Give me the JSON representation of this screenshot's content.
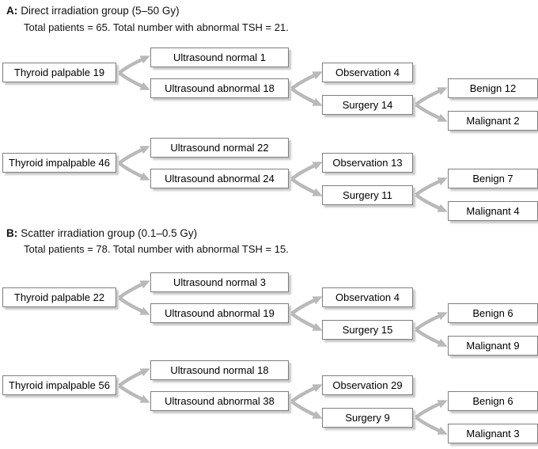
{
  "groups": [
    {
      "label": "A:",
      "title": "Direct irradiation group (5–50 Gy)",
      "subtitle": "Total patients = 65. Total number with abnormal TSH = 21.",
      "rows": [
        {
          "root": "Thyroid palpable 19",
          "us_normal": "Ultrasound normal 1",
          "us_abnormal": "Ultrasound abnormal 18",
          "observation": "Observation 4",
          "surgery": "Surgery 14",
          "benign": "Benign 12",
          "malignant": "Malignant 2"
        },
        {
          "root": "Thyroid impalpable 46",
          "us_normal": "Ultrasound normal 22",
          "us_abnormal": "Ultrasound abnormal 24",
          "observation": "Observation 13",
          "surgery": "Surgery 11",
          "benign": "Benign 7",
          "malignant": "Malignant 4"
        }
      ]
    },
    {
      "label": "B:",
      "title": "Scatter irradiation group (0.1–0.5 Gy)",
      "subtitle": "Total patients = 78. Total number with abnormal TSH = 15.",
      "rows": [
        {
          "root": "Thyroid palpable 22",
          "us_normal": "Ultrasound normal 3",
          "us_abnormal": "Ultrasound abnormal 19",
          "observation": "Observation 4",
          "surgery": "Surgery 15",
          "benign": "Benign 6",
          "malignant": "Malignant 9"
        },
        {
          "root": "Thyroid impalpable 56",
          "us_normal": "Ultrasound normal 18",
          "us_abnormal": "Ultrasound abnormal 38",
          "observation": "Observation 29",
          "surgery": "Surgery 9",
          "benign": "Benign 6",
          "malignant": "Malignant 3"
        }
      ]
    }
  ],
  "colors": {
    "arrow": "#b9b9b9",
    "box_border": "#7f7f7f",
    "text": "#000000"
  }
}
